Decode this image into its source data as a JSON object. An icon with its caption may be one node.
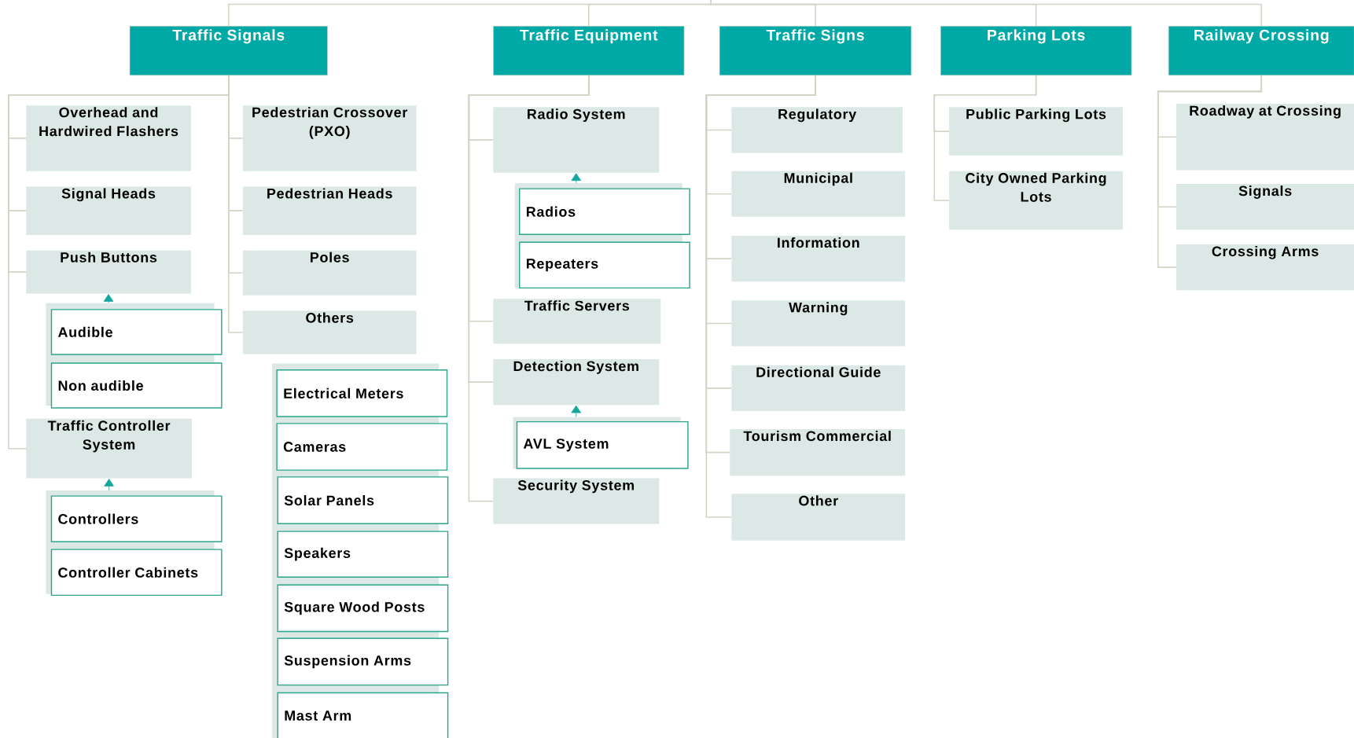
{
  "diagram": {
    "nodes": [
      {
        "text": [
          "Traffic Signals"
        ]
      },
      {
        "text": [
          "Traffic Equipment"
        ]
      },
      {
        "text": [
          "Traffic Signs"
        ]
      },
      {
        "text": [
          "Parking Lots"
        ]
      },
      {
        "text": [
          "Railway Crossing"
        ]
      },
      {
        "text": [
          "Overhead and Hardwired Flashers"
        ]
      },
      {
        "text": [
          "Signal Heads"
        ]
      },
      {
        "text": [
          "Push Buttons"
        ]
      },
      {
        "text": [],
        "shape": "box"
      },
      {
        "text": [
          "Audible"
        ],
        "in": 8
      },
      {
        "text": [
          "Non audible"
        ],
        "in": 8
      },
      {
        "text": [
          "Traffic Controller System"
        ]
      },
      {
        "text": [],
        "shape": "box"
      },
      {
        "text": [
          "Controllers"
        ],
        "in": 12
      },
      {
        "text": [
          "Controller Cabinets"
        ],
        "in": 12
      },
      {
        "text": [
          "Pedestrian Crossover (PXO)"
        ]
      },
      {
        "text": [
          "Pedestrian Heads"
        ]
      },
      {
        "text": [
          "Poles"
        ]
      },
      {
        "text": [
          "Others"
        ]
      },
      {
        "text": [],
        "shape": "box"
      },
      {
        "text": [
          "Electrical Meters"
        ],
        "in": 19
      },
      {
        "text": [
          "Cameras"
        ],
        "in": 19
      },
      {
        "text": [
          "Solar Panels"
        ],
        "in": 19
      },
      {
        "text": [
          "Speakers"
        ],
        "in": 19
      },
      {
        "text": [
          "Square Wood Posts"
        ],
        "in": 19
      },
      {
        "text": [
          "Suspension Arms"
        ],
        "in": 19
      },
      {
        "text": [
          "Mast Arm"
        ],
        "in": 19
      },
      {
        "text": [
          "Radio System"
        ]
      },
      {
        "text": [],
        "shape": "box"
      },
      {
        "text": [
          "Radios"
        ],
        "in": 28
      },
      {
        "text": [
          "Repeaters"
        ],
        "in": 28
      },
      {
        "text": [
          "Traffic Servers"
        ]
      },
      {
        "text": [
          "Detection System"
        ]
      },
      {
        "text": [],
        "shape": "box"
      },
      {
        "text": [
          "AVL System"
        ],
        "in": 33
      },
      {
        "text": [
          "Security System"
        ]
      },
      {
        "text": [
          "Regulatory"
        ]
      },
      {
        "text": [
          "Municipal"
        ]
      },
      {
        "text": [
          "Information"
        ]
      },
      {
        "text": [
          "Warning"
        ]
      },
      {
        "text": [
          "Directional Guide"
        ]
      },
      {
        "text": [
          "Tourism Commercial"
        ]
      },
      {
        "text": [
          "Other"
        ]
      },
      {
        "text": [
          "Public Parking Lots"
        ]
      },
      {
        "text": [
          "City Owned Parking Lots"
        ]
      },
      {
        "text": [
          "Roadway at Crossing"
        ]
      },
      {
        "text": [
          "Signals"
        ]
      },
      {
        "text": [
          "Crossing Arms"
        ]
      }
    ],
    "edges": [
      {
        "from": null,
        "to": 0,
        "arrow": "none"
      },
      {
        "from": null,
        "to": 1,
        "arrow": "none"
      },
      {
        "from": null,
        "to": 2,
        "arrow": "none"
      },
      {
        "from": null,
        "to": 3,
        "arrow": "none"
      },
      {
        "from": null,
        "to": 4,
        "arrow": "none"
      },
      {
        "from": 0,
        "to": 5,
        "arrow": "none"
      },
      {
        "from": 0,
        "to": 6,
        "arrow": "none"
      },
      {
        "from": 0,
        "to": 7,
        "arrow": "none"
      },
      {
        "from": 8,
        "to": 7,
        "arrow": "to",
        "color": "#12a89c"
      },
      {
        "from": 0,
        "to": 11,
        "arrow": "none"
      },
      {
        "from": 12,
        "to": 11,
        "arrow": "to",
        "color": "#12a89c"
      },
      {
        "from": 0,
        "to": 15,
        "arrow": "none"
      },
      {
        "from": 0,
        "to": 16,
        "arrow": "none"
      },
      {
        "from": 0,
        "to": 17,
        "arrow": "none"
      },
      {
        "from": 0,
        "to": 18,
        "arrow": "none"
      },
      {
        "from": 1,
        "to": 27,
        "arrow": "none"
      },
      {
        "from": 28,
        "to": 27,
        "arrow": "to",
        "color": "#12a89c"
      },
      {
        "from": 1,
        "to": 31,
        "arrow": "none"
      },
      {
        "from": 1,
        "to": 32,
        "arrow": "none"
      },
      {
        "from": 33,
        "to": 32,
        "arrow": "to",
        "color": "#12a89c"
      },
      {
        "from": 1,
        "to": 35,
        "arrow": "none"
      },
      {
        "from": 2,
        "to": 36,
        "arrow": "none"
      },
      {
        "from": 2,
        "to": 37,
        "arrow": "none"
      },
      {
        "from": 2,
        "to": 38,
        "arrow": "none"
      },
      {
        "from": 2,
        "to": 39,
        "arrow": "none"
      },
      {
        "from": 2,
        "to": 40,
        "arrow": "none"
      },
      {
        "from": 2,
        "to": 41,
        "arrow": "none"
      },
      {
        "from": 2,
        "to": 42,
        "arrow": "none"
      },
      {
        "from": 3,
        "to": 43,
        "arrow": "none"
      },
      {
        "from": 3,
        "to": 44,
        "arrow": "none"
      },
      {
        "from": 4,
        "to": 45,
        "arrow": "none"
      },
      {
        "from": 4,
        "to": 46,
        "arrow": "none"
      },
      {
        "from": 4,
        "to": 47,
        "arrow": "none"
      }
    ]
  }
}
